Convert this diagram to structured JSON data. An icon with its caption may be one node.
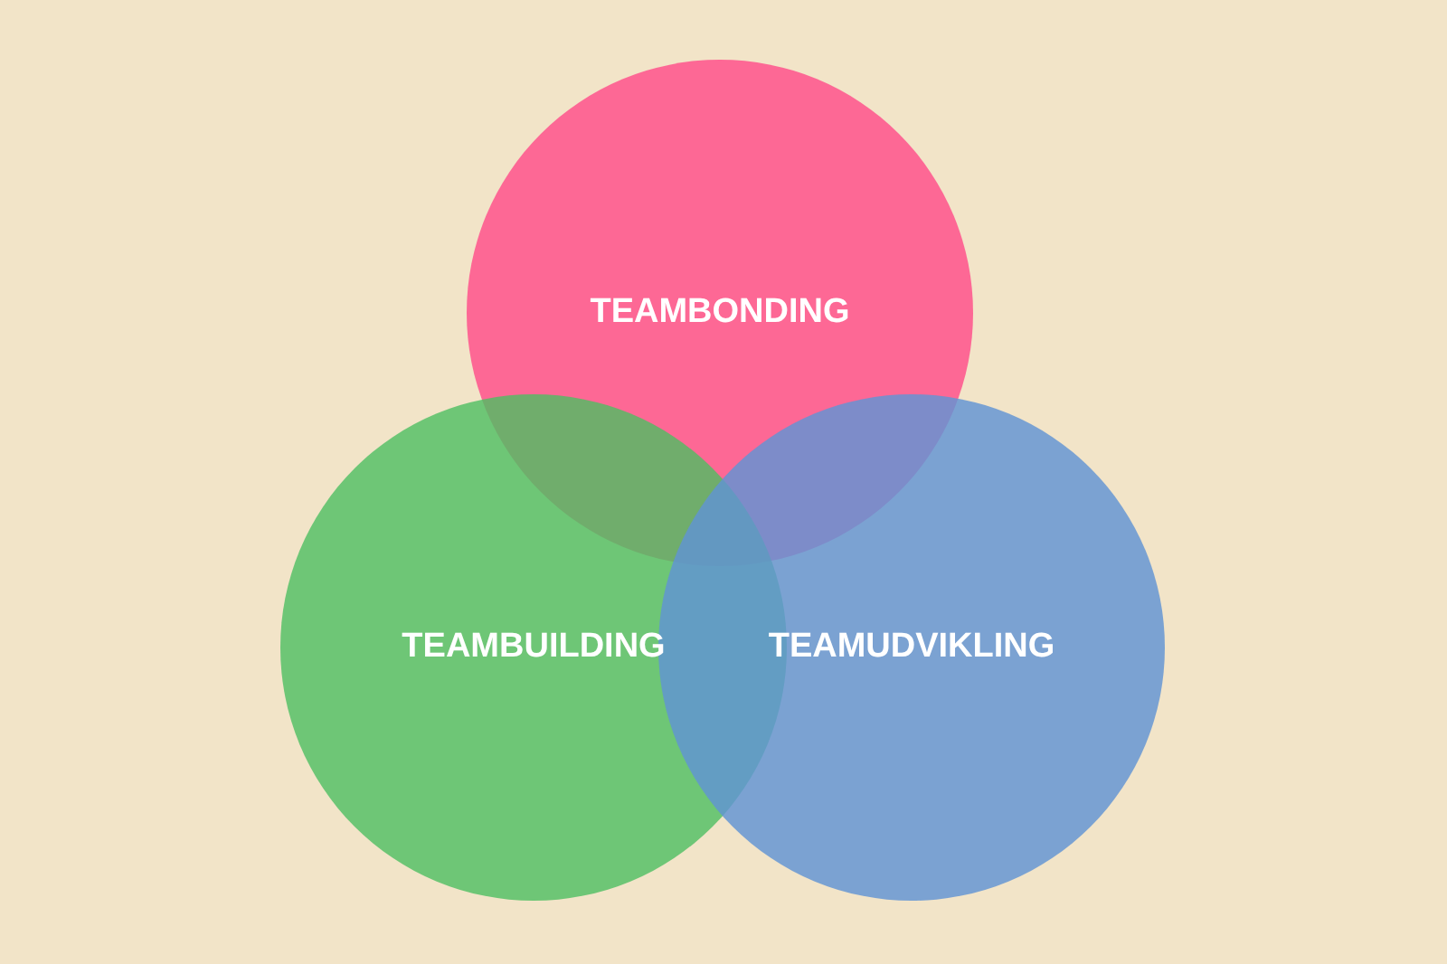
{
  "diagram": {
    "nodes": [
      {
        "text": [
          "TEAMBONDING"
        ]
      },
      {
        "text": [
          "TEAMBUILDING"
        ]
      },
      {
        "text": [
          "TEAMUDVIKLING"
        ]
      }
    ]
  }
}
